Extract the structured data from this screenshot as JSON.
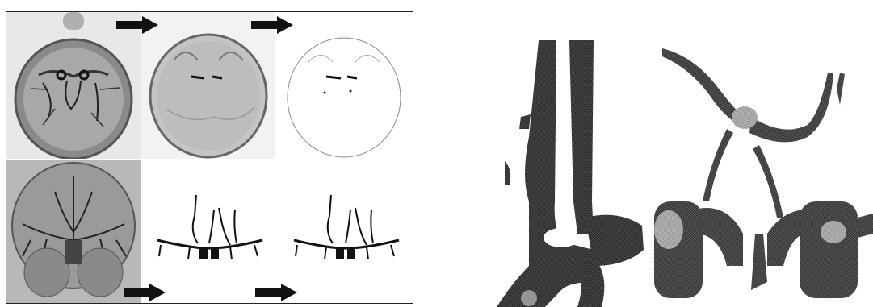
{
  "figure": {
    "left_group": {
      "description_label": "",
      "panels": [
        {
          "name": "axial-ct-raw",
          "tone": "#9a9a9a"
        },
        {
          "name": "axial-ct-filtered",
          "tone": "#c8c8c8"
        },
        {
          "name": "axial-ct-thresholded",
          "tone": "#f4f4f4"
        },
        {
          "name": "coronal-mip-raw",
          "tone": "#a5a5a5"
        },
        {
          "name": "vessel-segmentation",
          "tone": "#ffffff"
        },
        {
          "name": "vessel-segmentation-refined",
          "tone": "#ffffff"
        }
      ],
      "arrows": [
        "arrow-right",
        "arrow-right",
        "arrow-right",
        "arrow-right"
      ]
    },
    "right_group": {
      "meshes": [
        {
          "name": "carotid-vessel-mesh",
          "fill": "#3a3a3a"
        },
        {
          "name": "circle-of-willis-mesh",
          "fill": "#4a4a4a"
        }
      ]
    }
  }
}
